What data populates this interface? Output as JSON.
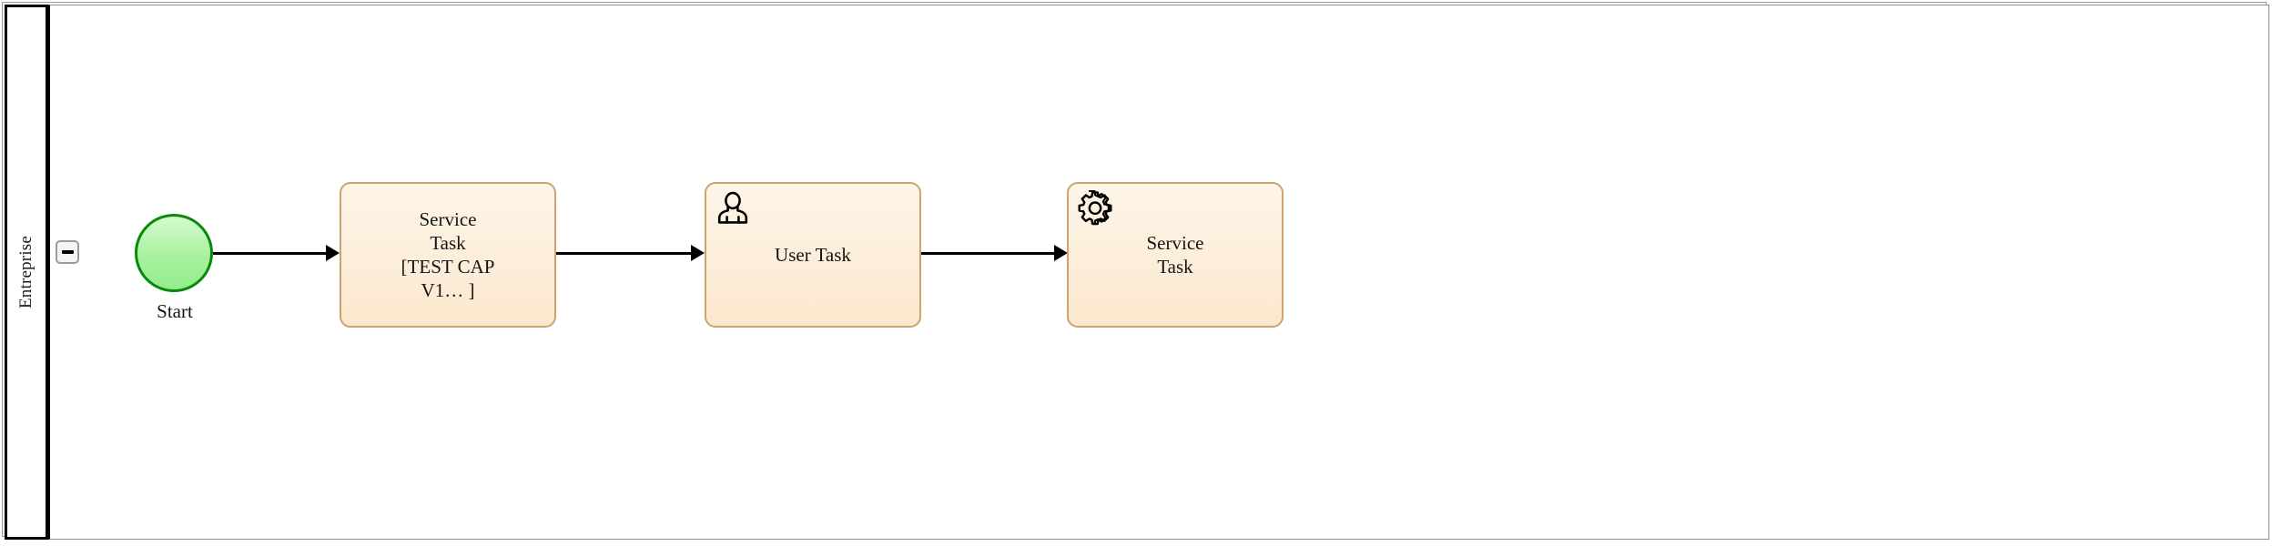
{
  "diagram": {
    "type": "bpmn-process",
    "notation": "BPMN 2.0"
  },
  "pool": {
    "label": "Entreprise",
    "collapse_button": {
      "name": "collapse-toggle",
      "icon": "minus-icon",
      "state": "expanded"
    }
  },
  "events": [
    {
      "id": "start-event",
      "kind": "start-event",
      "label": "Start",
      "fill": "#a7f1a0",
      "stroke": "#088a08"
    }
  ],
  "tasks": [
    {
      "id": "task-service-test-cap",
      "kind": "service-task",
      "label": "Service\nTask\n[TEST CAP\nV1… ]",
      "icon": null,
      "fill": "#fcecd6",
      "stroke": "#cda470"
    },
    {
      "id": "task-user",
      "kind": "user-task",
      "label": "User Task",
      "icon": "user-icon",
      "fill": "#fcecd6",
      "stroke": "#cda470"
    },
    {
      "id": "task-service",
      "kind": "service-task",
      "label": "Service\nTask",
      "icon": "gear-icon",
      "fill": "#fcecd6",
      "stroke": "#cda470"
    }
  ],
  "flows": [
    {
      "id": "flow-1",
      "from": "start-event",
      "to": "task-service-test-cap"
    },
    {
      "id": "flow-2",
      "from": "task-service-test-cap",
      "to": "task-user"
    },
    {
      "id": "flow-3",
      "from": "task-user",
      "to": "task-service"
    }
  ],
  "colors": {
    "canvas": "#ffffff",
    "pool_border": "#000000",
    "lane_border": "#8c8c8c",
    "task_stroke": "#cda470",
    "task_fill": "#fcecd6",
    "event_stroke": "#088a08",
    "event_fill": "#a7f1a0",
    "flow": "#000000"
  }
}
